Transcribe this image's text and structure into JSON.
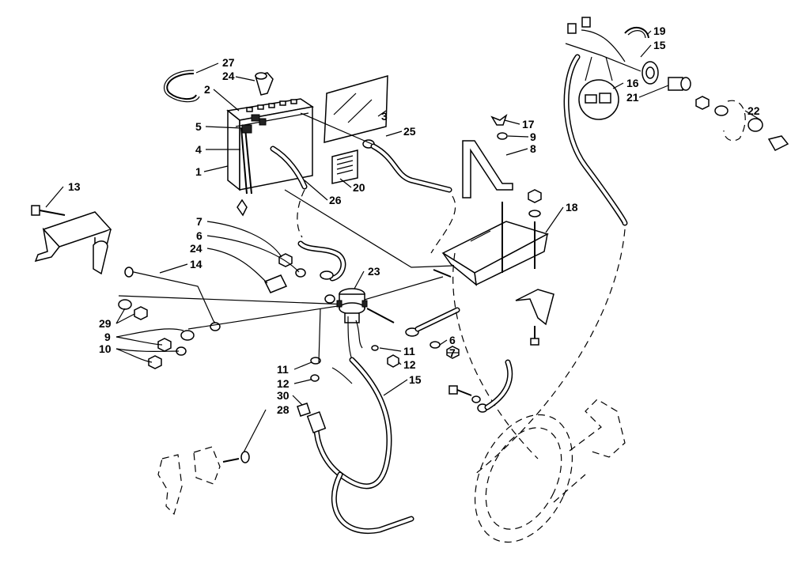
{
  "labels": {
    "l1": "1",
    "l2": "2",
    "l3": "3",
    "l4": "4",
    "l5": "5",
    "l6a": "6",
    "l6b": "6",
    "l7a": "7",
    "l7b": "7",
    "l8": "8",
    "l9a": "9",
    "l9b": "9",
    "l10": "10",
    "l11a": "11",
    "l11b": "11",
    "l12a": "12",
    "l12b": "12",
    "l13": "13",
    "l14": "14",
    "l15a": "15",
    "l15b": "15",
    "l16": "16",
    "l17": "17",
    "l18": "18",
    "l19": "19",
    "l20": "20",
    "l21": "21",
    "l22": "22",
    "l23": "23",
    "l24a": "24",
    "l24b": "24",
    "l25": "25",
    "l26": "26",
    "l27": "27",
    "l28": "28",
    "l29": "29",
    "l30": "30"
  }
}
